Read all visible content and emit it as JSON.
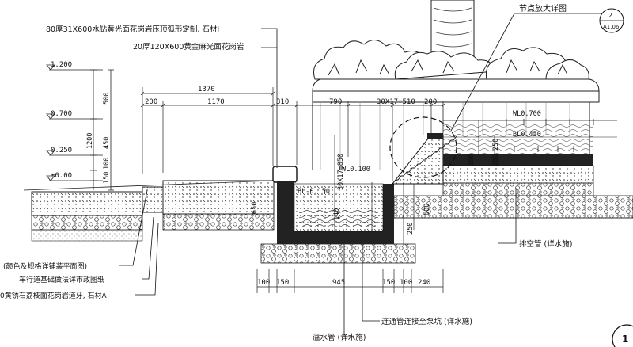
{
  "labels": {
    "top_note_1": "80厚31X600水钻黄光面花岗岩压顶弧形定制, 石材I",
    "top_note_2": "20厚120X600黄金麻光面花岗岩",
    "detail_title": "节点放大详图",
    "detail_ref_num": "2",
    "detail_ref_sheet": "A1.06",
    "left_note_1": "(颜色及规格详铺装平面图)",
    "left_note_2": "车行道基础做法详市政图纸",
    "left_note_3": "0黄锈石荔枝面花岗岩道牙, 石材A",
    "drain_empty": "排空管 (详水施)",
    "connect_pipe": "连通管连接至泵坑 (详水施)",
    "overflow_pipe": "溢水管 (详水施)",
    "section_no": "1"
  },
  "levels": {
    "l1": "1.200",
    "l2": "0.700",
    "l3": "0.250",
    "l4": "±0.00",
    "wl_top": "WL0.700",
    "bl_mid": "BL0.450",
    "wl_low": "WL0.100",
    "bl_low": "BL-0.150"
  },
  "dims": {
    "left_500": "500",
    "left_1200": "1200",
    "left_450": "450",
    "left_150": "150",
    "left_100": "100",
    "top_1370": "1370",
    "top_200": "200",
    "top_1170": "1170",
    "top_310": "310",
    "top_790": "790",
    "top_steps": "30X17=510",
    "top_200b": "200",
    "stair_vert": "30X17=850",
    "right_250": "250",
    "right_200": "200",
    "d_650": "650",
    "d_140": "140",
    "d_600": "600",
    "d_250": "250",
    "d_200": "200",
    "bot_100a": "100",
    "bot_150a": "150",
    "bot_945": "945",
    "bot_150b": "150",
    "bot_100b": "100",
    "bot_240": "240"
  }
}
